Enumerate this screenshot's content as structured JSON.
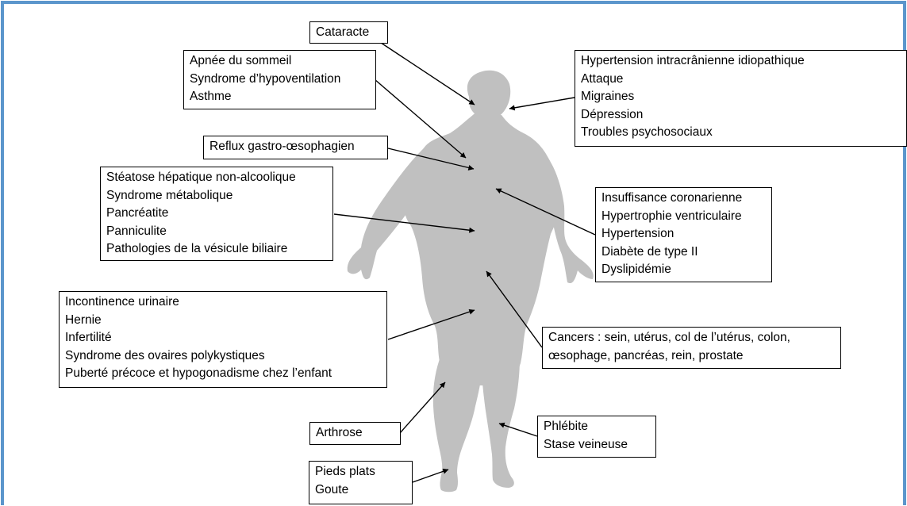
{
  "colors": {
    "frame": "#5b96cc",
    "silhouette": "#c0c0c0",
    "box_border": "#000000",
    "text": "#000000"
  },
  "figure": {
    "silhouette_name": "obese-human-silhouette"
  },
  "labels": {
    "cataracte": [
      "Cataracte"
    ],
    "apnee": [
      "Apnée du sommeil",
      "Syndrome d’hypoventilation",
      "Asthme"
    ],
    "hit": [
      "Hypertension intracrânienne idiopathique",
      "Attaque",
      "Migraines",
      "Dépression",
      "Troubles psychosociaux"
    ],
    "reflux": [
      "Reflux gastro-œsophagien"
    ],
    "steatose": [
      "Stéatose hépatique non-alcoolique",
      "Syndrome métabolique",
      "Pancréatite",
      "Panniculite",
      "Pathologies de la vésicule biliaire"
    ],
    "coronarien": [
      "Insuffisance coronarienne",
      "Hypertrophie ventriculaire",
      "Hypertension",
      "Diabète de type II",
      "Dyslipidémie"
    ],
    "incontinence": [
      "Incontinence urinaire",
      "Hernie",
      "Infertilité",
      "Syndrome des ovaires polykystiques",
      "Puberté précoce et hypogonadisme chez l’enfant"
    ],
    "cancers": [
      "Cancers : sein, utérus, col de l’utérus, colon,",
      "œsophage, pancréas, rein, prostate"
    ],
    "arthrose": [
      "Arthrose"
    ],
    "phlebite": [
      "Phlébite",
      "Stase veineuse"
    ],
    "pieds": [
      "Pieds plats",
      "Goute"
    ]
  }
}
